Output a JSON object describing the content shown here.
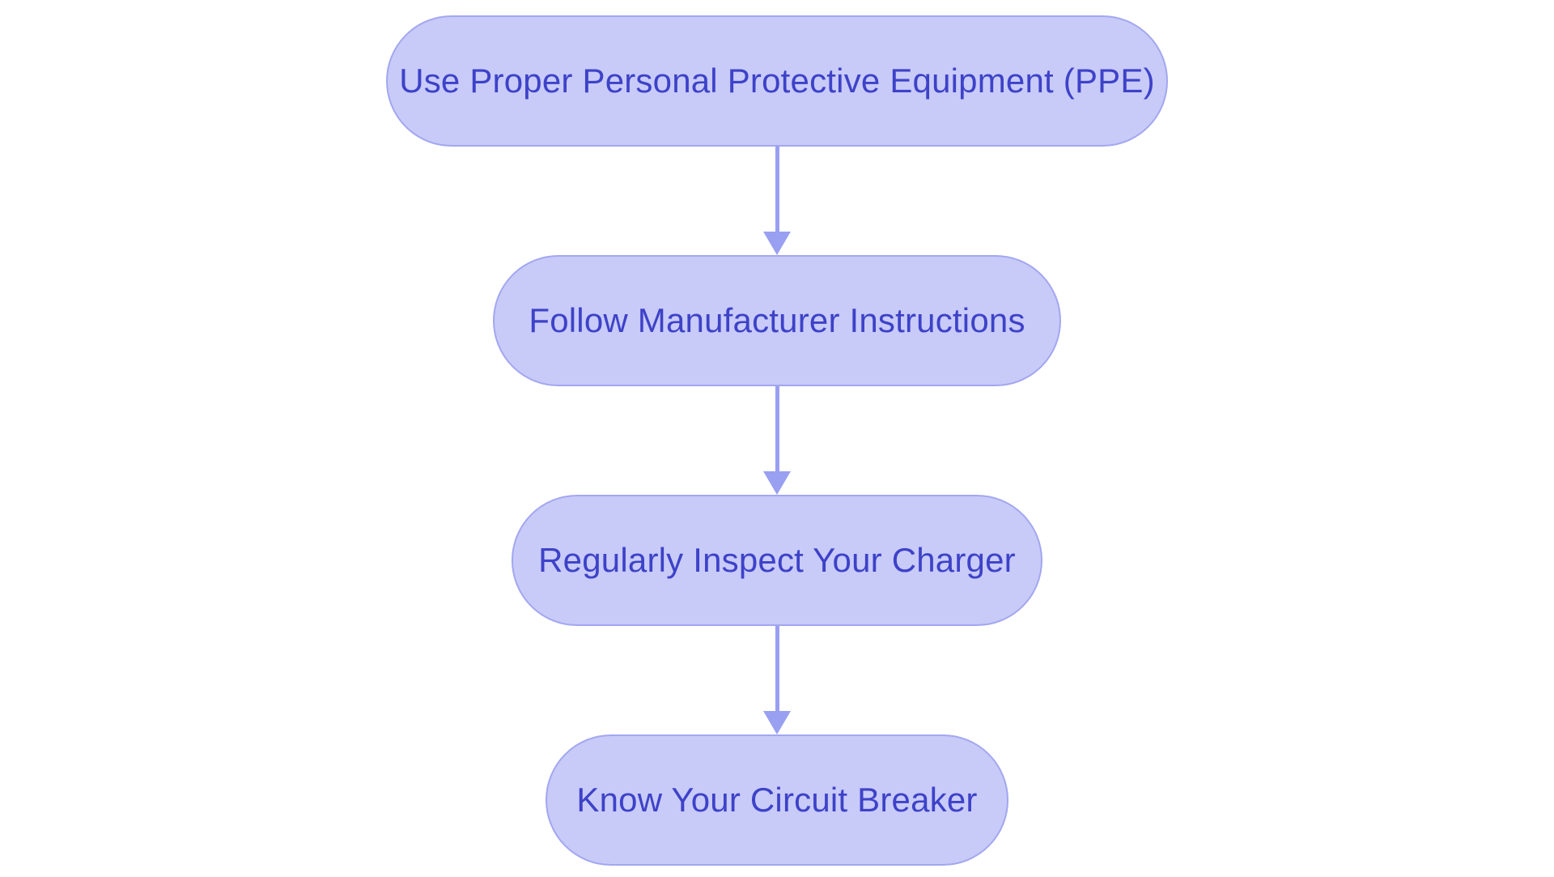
{
  "diagram": {
    "type": "flowchart",
    "direction": "top-down",
    "title": "",
    "nodes": [
      {
        "id": 1,
        "shape": "stadium",
        "label": "Use Proper Personal Protective Equipment (PPE)"
      },
      {
        "id": 2,
        "shape": "stadium",
        "label": "Follow Manufacturer Instructions"
      },
      {
        "id": 3,
        "shape": "stadium",
        "label": "Regularly Inspect Your Charger"
      },
      {
        "id": 4,
        "shape": "stadium",
        "label": "Know Your Circuit Breaker"
      }
    ],
    "edges": [
      {
        "from": 1,
        "to": 2,
        "style": "arrow-down"
      },
      {
        "from": 2,
        "to": 3,
        "style": "arrow-down"
      },
      {
        "from": 3,
        "to": 4,
        "style": "arrow-down"
      }
    ]
  },
  "colors": {
    "background": "#ffffff",
    "node_fill": "#c8caf8",
    "node_border": "#a2a7f0",
    "node_text": "#3d42c8",
    "arrow": "#99a0f1"
  }
}
